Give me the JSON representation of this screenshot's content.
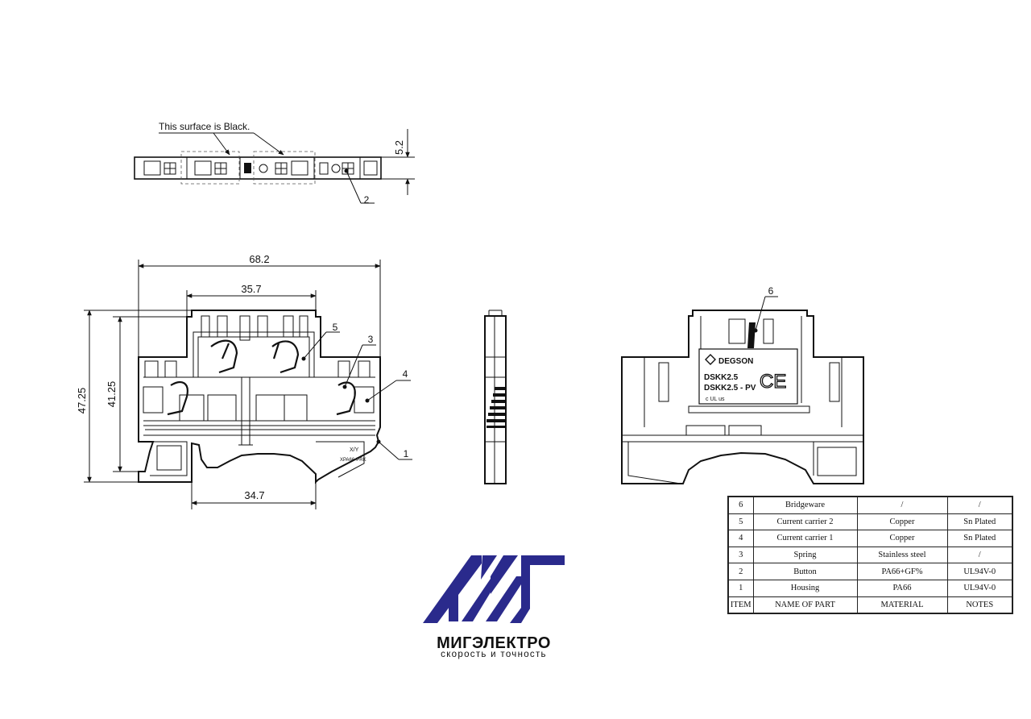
{
  "top_view": {
    "note": "This surface is Black.",
    "dim_height": "5.2",
    "callout": "2"
  },
  "front_view": {
    "dim_total_width": "68.2",
    "dim_top_width": "35.7",
    "dim_bottom_width": "34.7",
    "dim_height_outer": "47.25",
    "dim_height_inner": "41.25",
    "callouts": [
      "5",
      "3",
      "4",
      "1"
    ]
  },
  "side_view": {
    "callout": "6",
    "label": {
      "brand": "DEGSON",
      "model_1": "DSKK2.5",
      "model_2": "DSKK2.5 - PV",
      "ce_mark": "CE",
      "ul_mark": "c UL us"
    }
  },
  "bom": {
    "rows": [
      {
        "item": "6",
        "name": "Bridgeware",
        "material": "/",
        "notes": "/"
      },
      {
        "item": "5",
        "name": "Current carrier 2",
        "material": "Copper",
        "notes": "Sn Plated"
      },
      {
        "item": "4",
        "name": "Current carrier 1",
        "material": "Copper",
        "notes": "Sn Plated"
      },
      {
        "item": "3",
        "name": "Spring",
        "material": "Stainless steel",
        "notes": "/"
      },
      {
        "item": "2",
        "name": "Button",
        "material": "PA66+GF%",
        "notes": "UL94V-0"
      },
      {
        "item": "1",
        "name": "Housing",
        "material": "PA66",
        "notes": "UL94V-0"
      }
    ],
    "header": {
      "item": "ITEM",
      "name": "NAME OF PART",
      "material": "MATERIAL",
      "notes": "NOTES"
    }
  },
  "logo": {
    "name": "МИГЭЛЕКТРО",
    "slogan": "скорость и точность",
    "color": "#2a2a8c"
  }
}
